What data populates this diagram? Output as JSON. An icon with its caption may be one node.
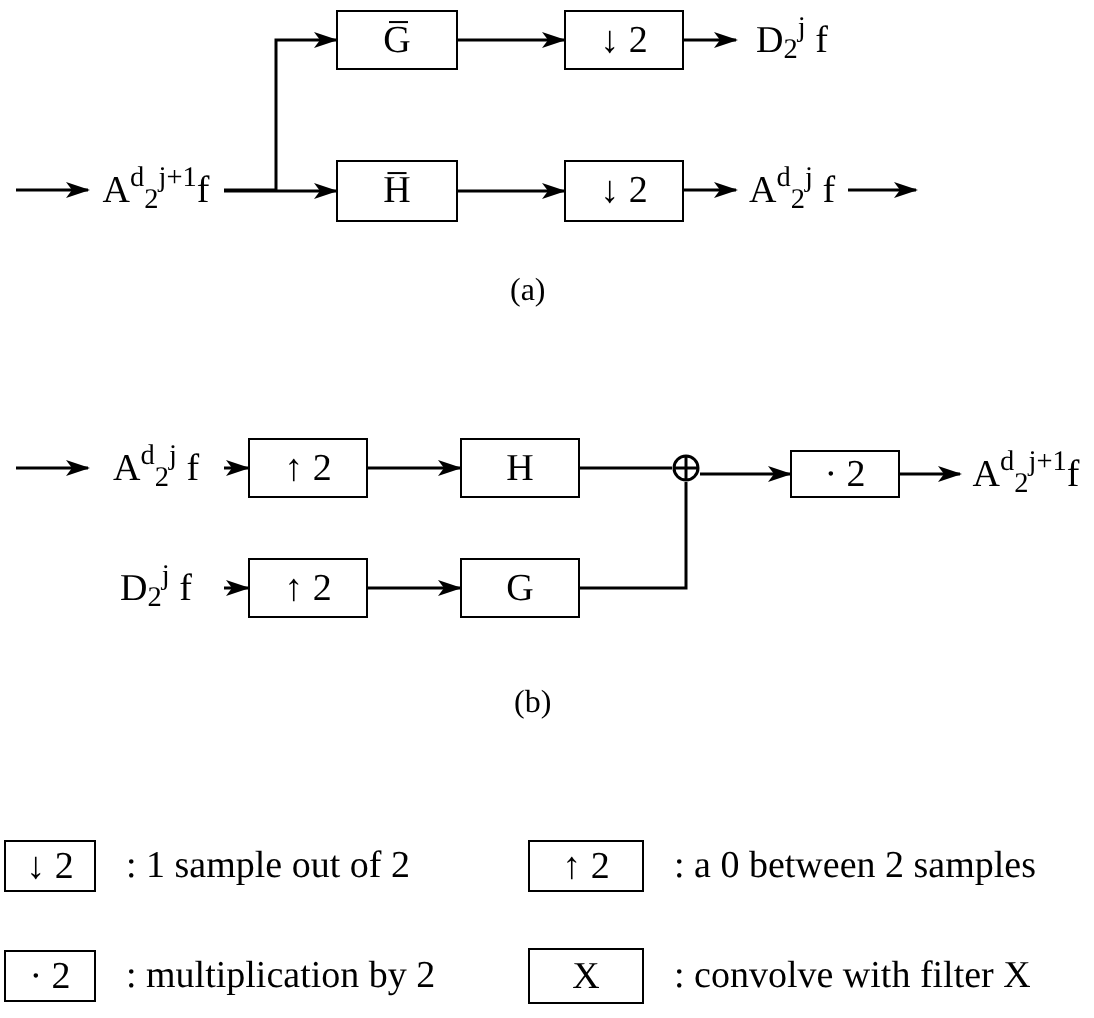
{
  "diagram": {
    "nodes": [
      {
        "text": [
          "A$^{d}$$_{2}$$^{j+1}$f"
        ]
      },
      {
        "text": [
          "G̅"
        ]
      },
      {
        "text": [
          "↓ 2"
        ]
      },
      {
        "text": [
          "D$_{2}$$^{j}$ f"
        ]
      },
      {
        "text": [
          "H̅"
        ]
      },
      {
        "text": [
          "↓ 2"
        ]
      },
      {
        "text": [
          "A$^{d}$$_{2}$$^{j}$ f"
        ]
      },
      {
        "text": [
          "A$^{d}$$_{2}$$^{j}$ f"
        ]
      },
      {
        "text": [
          "↑ 2"
        ]
      },
      {
        "text": [
          "H"
        ]
      },
      {
        "text": [
          "D$_{2}$$^{j}$ f"
        ]
      },
      {
        "text": [
          "↑ 2"
        ]
      },
      {
        "text": [
          "G"
        ]
      },
      {
        "text": [],
        "shape": "circle"
      },
      {
        "text": [
          "· 2"
        ]
      },
      {
        "text": [
          "A$^{d}$$_{2}$$^{j+1}$f"
        ]
      },
      {
        "text": [
          "↓ 2"
        ],
        "beside": [
          ": 1 sample out of 2"
        ]
      },
      {
        "text": [
          "↑ 2"
        ],
        "beside": [
          ": a 0 between 2 samples"
        ]
      },
      {
        "text": [
          "· 2"
        ],
        "beside": [
          ": multiplication by 2"
        ]
      },
      {
        "text": [
          "X"
        ],
        "beside": [
          ": convolve with filter X"
        ]
      }
    ],
    "edges": [
      {
        "from": null,
        "to": 0,
        "arrow": "to"
      },
      {
        "from": 0,
        "to": 1,
        "arrow": "to"
      },
      {
        "from": 0,
        "to": 4,
        "arrow": "to"
      },
      {
        "from": 1,
        "to": 2,
        "arrow": "to"
      },
      {
        "from": 2,
        "to": 3,
        "arrow": "to"
      },
      {
        "from": 4,
        "to": 5,
        "arrow": "to"
      },
      {
        "from": 5,
        "to": 6,
        "arrow": "to"
      },
      {
        "from": 6,
        "to": null,
        "arrow": "to"
      },
      {
        "from": null,
        "to": 7,
        "arrow": "to"
      },
      {
        "from": 7,
        "to": 8,
        "arrow": "to"
      },
      {
        "from": 8,
        "to": 9,
        "arrow": "to"
      },
      {
        "from": 10,
        "to": 11,
        "arrow": "to"
      },
      {
        "from": 11,
        "to": 12,
        "arrow": "to"
      },
      {
        "from": 9,
        "to": 13,
        "arrow": "none"
      },
      {
        "from": 12,
        "to": 13,
        "arrow": "none"
      },
      {
        "from": 13,
        "to": 14,
        "arrow": "to"
      },
      {
        "from": 14,
        "to": 15,
        "arrow": "to"
      }
    ],
    "labels": [
      "(a)",
      "(b)"
    ]
  }
}
